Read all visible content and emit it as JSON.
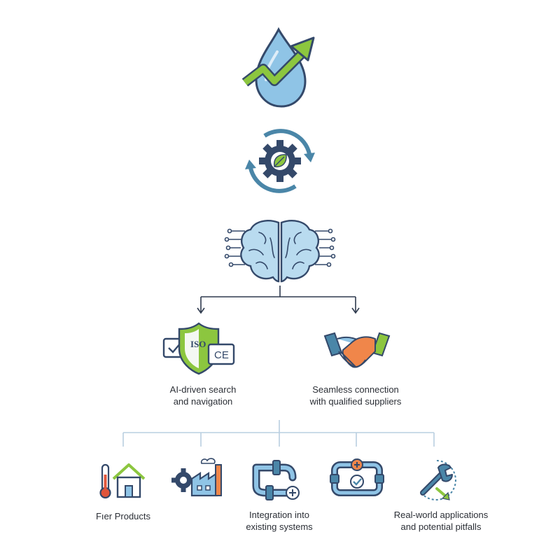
{
  "colors": {
    "navy": "#34496a",
    "blue": "#8fc4e6",
    "steel": "#4a86a8",
    "green": "#8cc63f",
    "orange": "#f0864a",
    "red": "#e0553b",
    "connector_dark": "#2e3a4e",
    "connector_light": "#b9cfe0",
    "text": "#2b2f36"
  },
  "nodes": {
    "top": {
      "icon": "water-drop-growth-icon"
    },
    "cycle": {
      "icon": "gear-leaf-cycle-icon"
    },
    "brain": {
      "icon": "ai-brain-circuit-icon"
    },
    "certification": {
      "icon": "certification-shield-icon",
      "shield_text": "ISO",
      "badge_text": "CE",
      "label_line1": "AI-driven search",
      "label_line2": "and navigation"
    },
    "handshake": {
      "icon": "handshake-icon",
      "label_line1": "Seamless connection",
      "label_line2": "with qualified suppliers"
    }
  },
  "bottom_row": [
    {
      "icon": "home-thermometer-icon",
      "label_line1": "Fıer Products",
      "label_line2": ""
    },
    {
      "icon": "factory-gears-icon",
      "label_line1": "",
      "label_line2": ""
    },
    {
      "icon": "pipe-integration-icon",
      "label_line1": "Integration into",
      "label_line2": "existing systems"
    },
    {
      "icon": "pipe-check-icon",
      "label_line1": "",
      "label_line2": ""
    },
    {
      "icon": "wrench-arrow-icon",
      "label_line1": "Real-world applications",
      "label_line2": "and potential pitfalls"
    }
  ]
}
